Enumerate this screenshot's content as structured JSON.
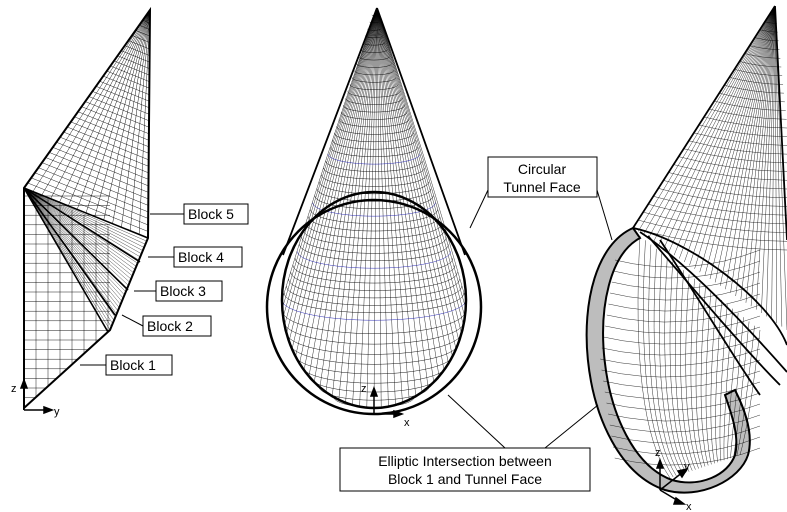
{
  "labels": {
    "block5": "Block 5",
    "block4": "Block 4",
    "block3": "Block 3",
    "block2": "Block 2",
    "block1": "Block 1",
    "circular_line1": "Circular",
    "circular_line2": "Tunnel Face",
    "elliptic_line1": "Elliptic Intersection between",
    "elliptic_line2": "Block 1 and Tunnel Face"
  },
  "axes": {
    "left": {
      "vertical": "z",
      "horizontal": "y"
    },
    "middle": {
      "vertical": "z",
      "horizontal": "x"
    },
    "right": {
      "vertical": "z",
      "depth": "y",
      "horizontal": "x"
    }
  },
  "colors": {
    "mesh": "#000000",
    "blue_rings": "#1a1ab0",
    "face_grey": "#bdbdbd"
  }
}
